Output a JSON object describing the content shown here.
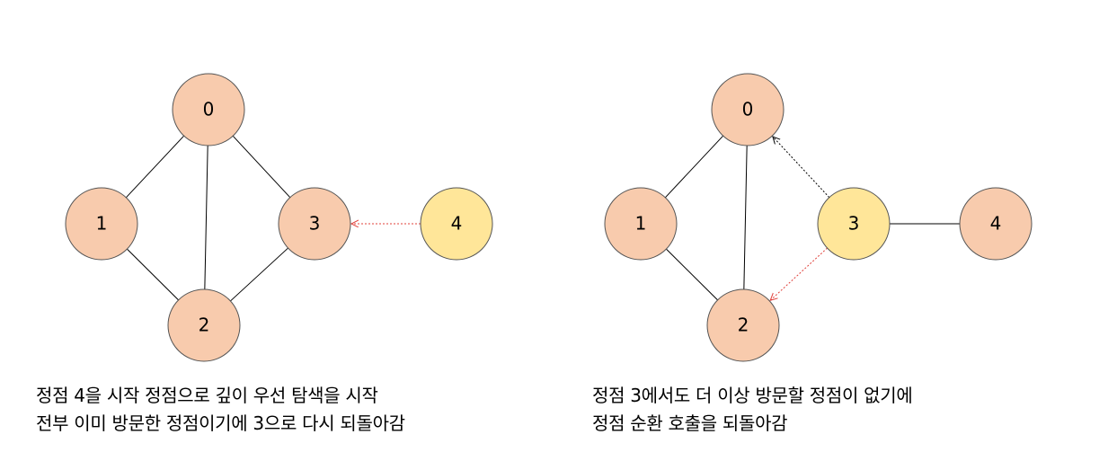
{
  "colors": {
    "visited_node": "#F8CBAD",
    "current_node": "#FFE699",
    "node_stroke": "#555555",
    "edge": "#000000",
    "return_arrow": "#E0403A",
    "dfs_arrow": "#000000"
  },
  "panels": [
    {
      "nodes": [
        {
          "id": "0",
          "label": "0",
          "state": "visited"
        },
        {
          "id": "1",
          "label": "1",
          "state": "visited"
        },
        {
          "id": "2",
          "label": "2",
          "state": "visited"
        },
        {
          "id": "3",
          "label": "3",
          "state": "visited"
        },
        {
          "id": "4",
          "label": "4",
          "state": "current"
        }
      ],
      "edges": [
        {
          "from": "0",
          "to": "1"
        },
        {
          "from": "0",
          "to": "2"
        },
        {
          "from": "0",
          "to": "3"
        },
        {
          "from": "1",
          "to": "2"
        },
        {
          "from": "2",
          "to": "3"
        }
      ],
      "arrows": [
        {
          "from": "4",
          "to": "3",
          "style": "return"
        }
      ],
      "caption": [
        "정점 4을 시작 정점으로 깊이 우선 탐색을 시작",
        "전부 이미 방문한 정점이기에 3으로 다시 되돌아감"
      ]
    },
    {
      "nodes": [
        {
          "id": "0",
          "label": "0",
          "state": "visited"
        },
        {
          "id": "1",
          "label": "1",
          "state": "visited"
        },
        {
          "id": "2",
          "label": "2",
          "state": "visited"
        },
        {
          "id": "3",
          "label": "3",
          "state": "current"
        },
        {
          "id": "4",
          "label": "4",
          "state": "visited"
        }
      ],
      "edges": [
        {
          "from": "0",
          "to": "1"
        },
        {
          "from": "0",
          "to": "2"
        },
        {
          "from": "1",
          "to": "2"
        },
        {
          "from": "3",
          "to": "4"
        }
      ],
      "arrows": [
        {
          "from": "3",
          "to": "0",
          "style": "dfs"
        },
        {
          "from": "3",
          "to": "2",
          "style": "return"
        }
      ],
      "caption": [
        "정점 3에서도 더 이상 방문할 정점이 없기에",
        "정점 순환 호출을 되돌아감"
      ]
    }
  ]
}
